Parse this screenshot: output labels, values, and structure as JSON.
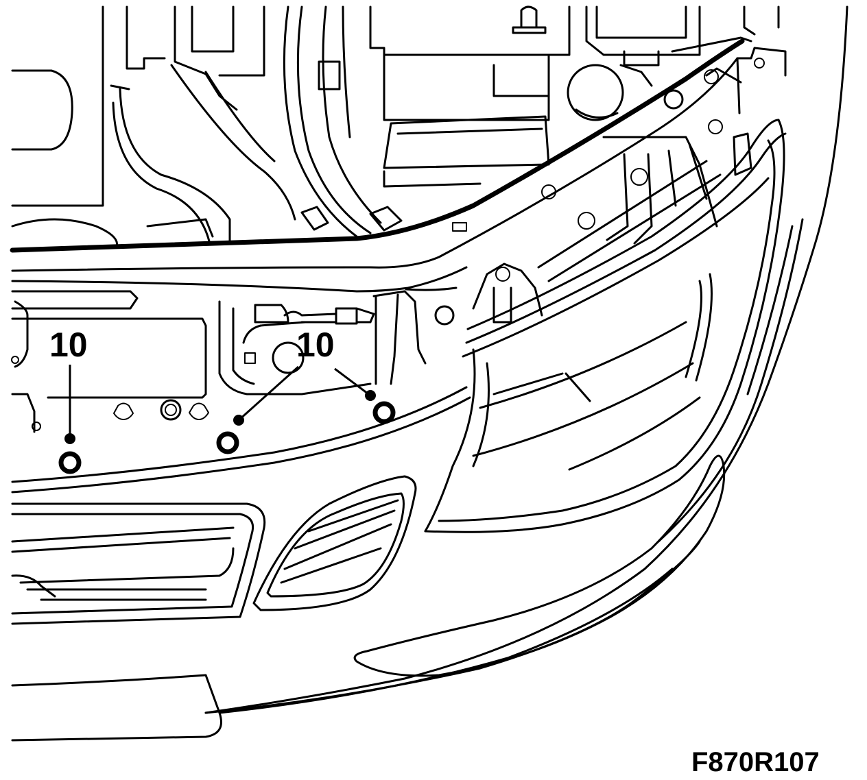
{
  "figure": {
    "code": "F870R107"
  },
  "callouts": [
    {
      "label": "10",
      "target": "clip-left"
    },
    {
      "label": "10",
      "target": "clips-center"
    }
  ]
}
